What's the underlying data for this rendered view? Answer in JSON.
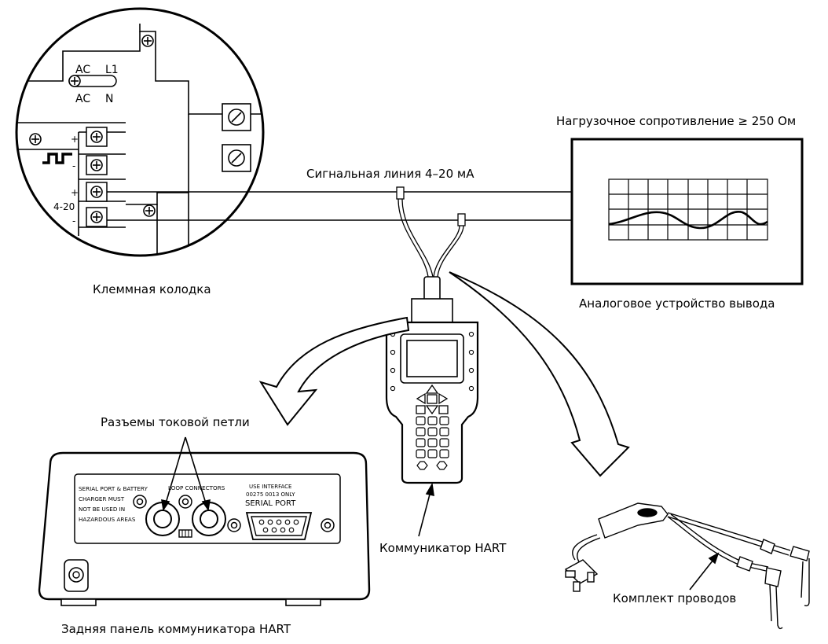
{
  "labels": {
    "terminal_block": "Клеммная колодка",
    "signal_line": "Сигнальная линия 4–20 мА",
    "load_resistance": "Нагрузочное сопротивление ≥ 250 Ом",
    "analog_output": "Аналоговое устройство вывода",
    "loop_connectors": "Разъемы токовой петли",
    "hart_communicator": "Коммуникатор HART",
    "lead_set": "Комплект проводов",
    "back_panel": "Задняя панель коммуникатора HART"
  },
  "terminal": {
    "ac_l1_left": "AC",
    "ac_l1_right": "L1",
    "ac_n_left": "AC",
    "ac_n_right": "N",
    "plus_1": "+",
    "minus_1": "-",
    "plus_2": "+",
    "range": "4-20",
    "minus_2": "-"
  },
  "panel": {
    "warning_line1": "SERIAL PORT & BATTERY",
    "warning_line2": "CHARGER MUST",
    "warning_line3": "NOT BE USED IN",
    "warning_line4": "HAZARDOUS AREAS",
    "loop_connectors_text": "LOOP CONNECTORS",
    "use_interface_line1": "USE INTERFACE",
    "use_interface_line2": "00275 0013 ONLY",
    "serial_port": "SERIAL PORT"
  }
}
